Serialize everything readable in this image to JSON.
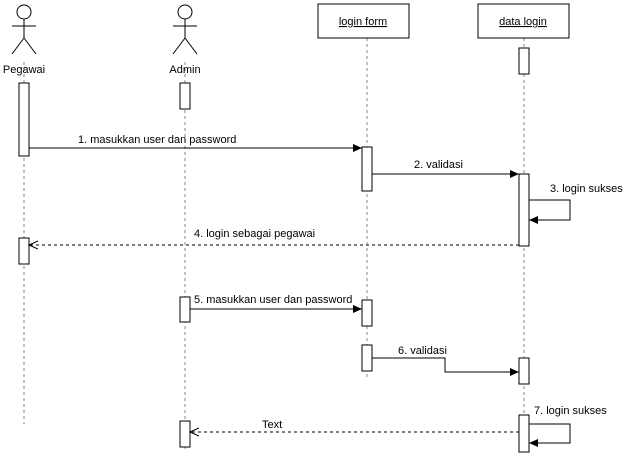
{
  "participants": {
    "pegawai": {
      "label": "Pegawai",
      "kind": "actor"
    },
    "admin": {
      "label": "Admin",
      "kind": "actor"
    },
    "login_form": {
      "label": "login form",
      "kind": "object"
    },
    "data_login": {
      "label": "data login",
      "kind": "object"
    }
  },
  "messages": [
    {
      "label": "1. masukkan user dan password",
      "from": "pegawai",
      "to": "login_form",
      "style": "solid"
    },
    {
      "label": "2. validasi",
      "from": "login_form",
      "to": "data_login",
      "style": "solid"
    },
    {
      "label": "3. login sukses",
      "from": "data_login",
      "to": "data_login",
      "style": "self"
    },
    {
      "label": "4. login sebagai pegawai",
      "from": "data_login",
      "to": "pegawai",
      "style": "dashed-return"
    },
    {
      "label": "5. masukkan user dan password",
      "from": "admin",
      "to": "login_form",
      "style": "solid"
    },
    {
      "label": "6. validasi",
      "from": "login_form",
      "to": "data_login",
      "style": "solid"
    },
    {
      "label": "7. login sukses",
      "from": "data_login",
      "to": "data_login",
      "style": "self"
    },
    {
      "label": "Text",
      "from": "data_login",
      "to": "admin",
      "style": "dashed-return"
    }
  ],
  "colors": {
    "line": "#000000",
    "lifeline": "#888888",
    "box_fill": "#ffffff"
  }
}
